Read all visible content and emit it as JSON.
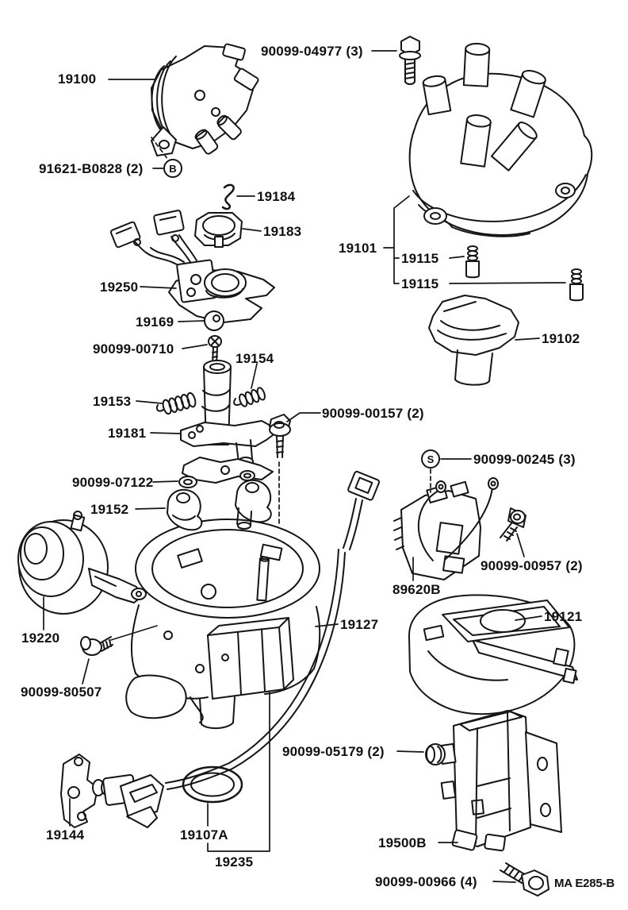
{
  "document": {
    "footer_code": "MA E285-B"
  },
  "colors": {
    "line": "#151515",
    "background": "#ffffff"
  },
  "symbols": {
    "circled_b": "B",
    "circled_s": "S"
  },
  "labels": {
    "p19100": "19100",
    "p91621": "91621-B0828 (2)",
    "p04977": "90099-04977 (3)",
    "p19184": "19184",
    "p19183": "19183",
    "p19250": "19250",
    "p19169": "19169",
    "p00710": "90099-00710",
    "p19154": "19154",
    "p19153": "19153",
    "p19181": "19181",
    "p00157": "90099-00157 (2)",
    "p07122": "90099-07122",
    "p19152": "19152",
    "p19220": "19220",
    "p80507": "90099-80507",
    "p19101": "19101",
    "p19115a": "19115",
    "p19115b": "19115",
    "p19102": "19102",
    "p00245": "90099-00245 (3)",
    "p00957": "90099-00957 (2)",
    "p89620b": "89620B",
    "p19121": "19121",
    "p19127": "19127",
    "p05179": "90099-05179 (2)",
    "p19500b": "19500B",
    "p00966": "90099-00966 (4)",
    "p19144": "19144",
    "p19107a": "19107A",
    "p19235": "19235"
  }
}
